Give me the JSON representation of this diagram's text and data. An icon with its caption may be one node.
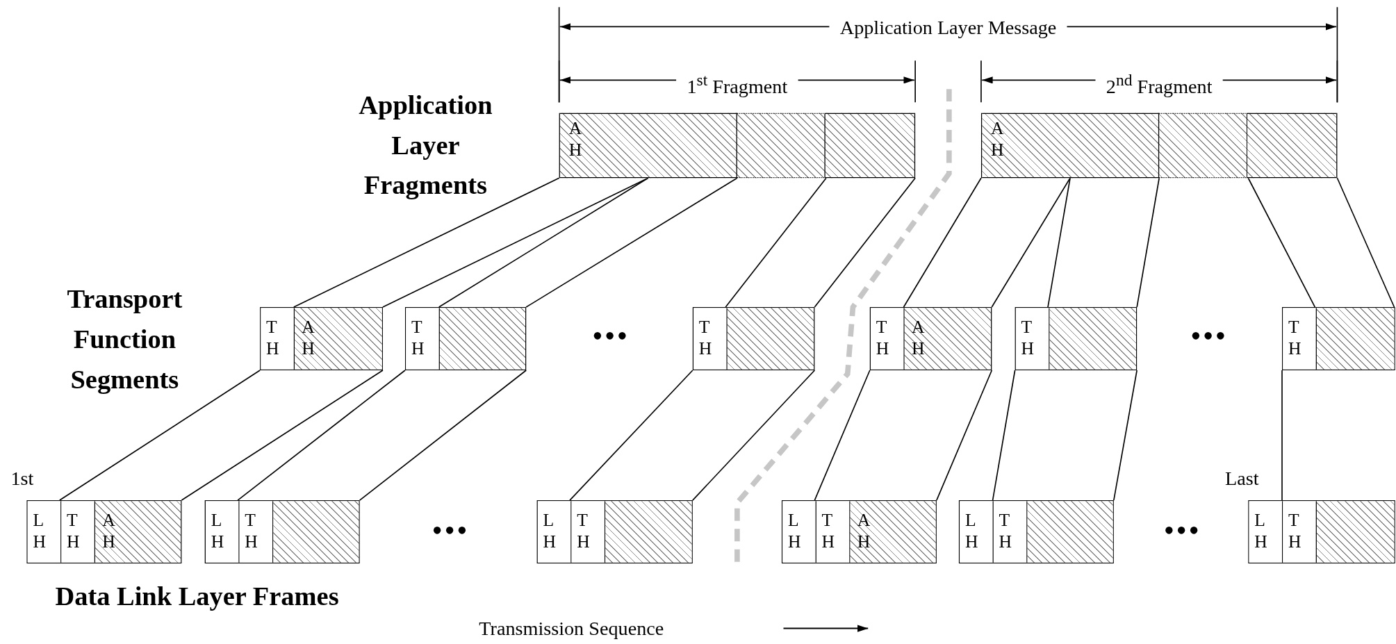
{
  "diagram": {
    "nodes": [
      {
        "text": [
          "A H"
        ]
      },
      {
        "text": [
          "A H"
        ]
      },
      {
        "text": [
          "T H",
          "A H"
        ]
      },
      {
        "text": [
          "T H"
        ]
      },
      {
        "text": [
          "T H"
        ]
      },
      {
        "text": [
          "T H",
          "A H"
        ]
      },
      {
        "text": [
          "T H"
        ]
      },
      {
        "text": [
          "T H"
        ]
      },
      {
        "text": [
          "L H",
          "T H",
          "A H"
        ]
      },
      {
        "text": [
          "L H",
          "T H"
        ]
      },
      {
        "text": [
          "L H",
          "T H"
        ]
      },
      {
        "text": [
          "L H",
          "T H",
          "A H"
        ]
      },
      {
        "text": [
          "L H",
          "T H"
        ]
      },
      {
        "text": [
          "L H",
          "T H"
        ]
      }
    ],
    "edges": [
      {
        "from": 0,
        "to": 2,
        "arrow": "none"
      },
      {
        "from": 0,
        "to": 2,
        "arrow": "none"
      },
      {
        "from": 0,
        "to": 3,
        "arrow": "none"
      },
      {
        "from": 0,
        "to": 3,
        "arrow": "none"
      },
      {
        "from": 0,
        "to": 4,
        "arrow": "none"
      },
      {
        "from": 0,
        "to": 4,
        "arrow": "none"
      },
      {
        "from": 1,
        "to": 5,
        "arrow": "none"
      },
      {
        "from": 1,
        "to": 5,
        "arrow": "none"
      },
      {
        "from": 1,
        "to": 6,
        "arrow": "none"
      },
      {
        "from": 1,
        "to": 6,
        "arrow": "none"
      },
      {
        "from": 1,
        "to": 7,
        "arrow": "none"
      },
      {
        "from": 1,
        "to": 7,
        "arrow": "none"
      },
      {
        "from": 2,
        "to": 8,
        "arrow": "none"
      },
      {
        "from": 2,
        "to": 8,
        "arrow": "none"
      },
      {
        "from": 3,
        "to": 9,
        "arrow": "none"
      },
      {
        "from": 3,
        "to": 9,
        "arrow": "none"
      },
      {
        "from": 4,
        "to": 10,
        "arrow": "none"
      },
      {
        "from": 4,
        "to": 10,
        "arrow": "none"
      },
      {
        "from": 5,
        "to": 11,
        "arrow": "none"
      },
      {
        "from": 5,
        "to": 11,
        "arrow": "none"
      },
      {
        "from": 6,
        "to": 12,
        "arrow": "none"
      },
      {
        "from": 6,
        "to": 12,
        "arrow": "none"
      },
      {
        "from": 7,
        "to": 13,
        "arrow": "none"
      }
    ],
    "labels": [
      "Application Layer Message",
      "1$^{st}$ Fragment",
      "2$^{nd}$ Fragment",
      "Application Layer Fragments",
      "Transport Function Segments",
      "•••",
      "•••",
      "1st",
      "Last",
      "•••",
      "•••",
      "Data Link Layer Frames",
      "Transmission Sequence"
    ]
  }
}
